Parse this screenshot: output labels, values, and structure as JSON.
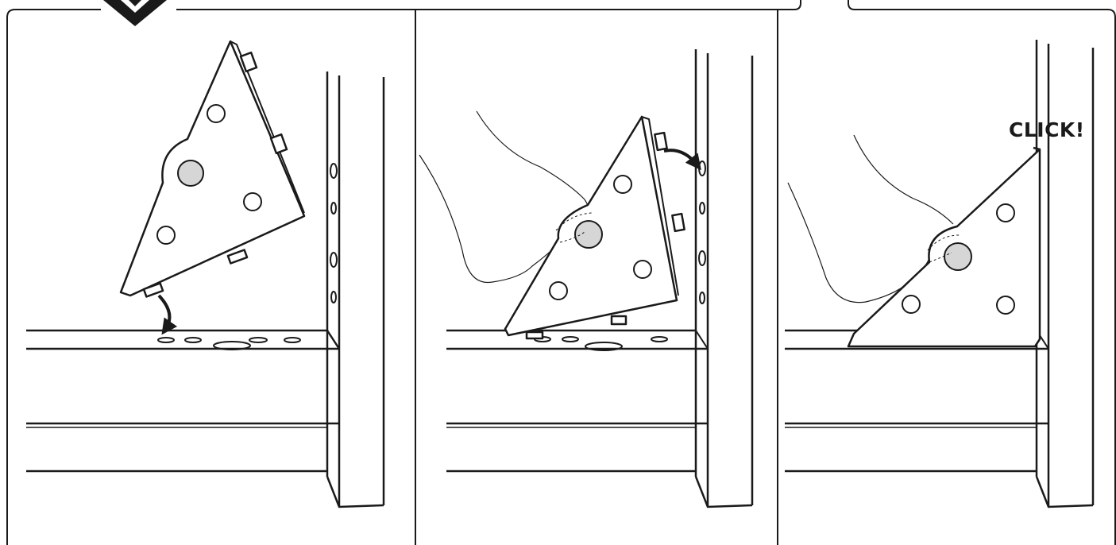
{
  "figure": {
    "description_kind": "assembly-instruction",
    "panels": [
      {
        "id": "step-1",
        "caption": ""
      },
      {
        "id": "step-2",
        "caption": ""
      },
      {
        "id": "step-3",
        "caption": "CLICK!"
      }
    ],
    "colors": {
      "stroke": "#1a1a1a",
      "background": "#ffffff",
      "highlight_hole": "#d6d6d6"
    },
    "icons": [
      "direction-badge-icon",
      "arrow-down-icon",
      "arrow-right-icon",
      "hand-icon"
    ]
  }
}
